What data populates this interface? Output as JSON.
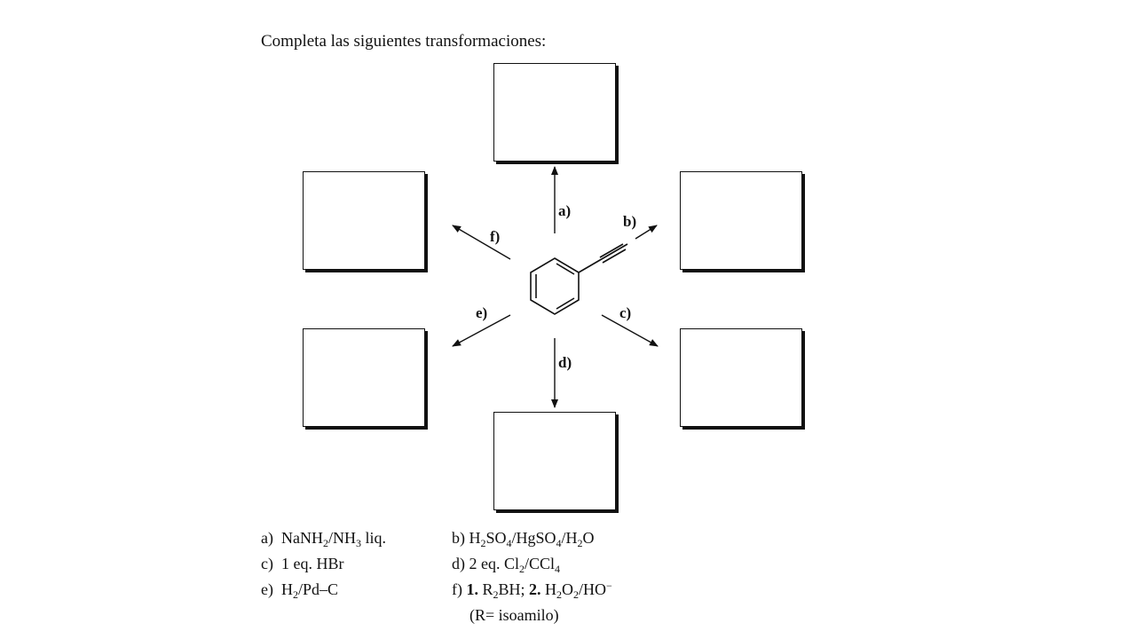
{
  "title": "Completa las siguientes transformaciones:",
  "arrow_labels": {
    "a": "a)",
    "b": "b)",
    "c": "c)",
    "d": "d)",
    "e": "e)",
    "f": "f)"
  },
  "conditions": {
    "a": {
      "label": "a)",
      "text": "NaNH2/NH3 liq."
    },
    "b": {
      "label": "b)",
      "text": "H2SO4/HgSO4/H2O"
    },
    "c": {
      "label": "c)",
      "text": "1 eq. HBr"
    },
    "d": {
      "label": "d)",
      "text": "2 eq. Cl2/CCl4"
    },
    "e": {
      "label": "e)",
      "text": "H2/Pd–C"
    },
    "f": {
      "label": "f)",
      "text": "1. R2BH; 2. H2O2/HO−",
      "note": "(R= isoamilo)"
    }
  }
}
